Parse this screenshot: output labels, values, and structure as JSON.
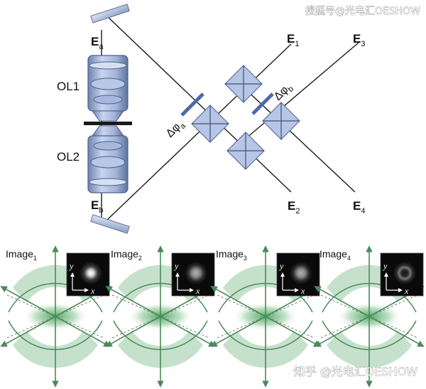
{
  "watermark_top": "搜狐号@光电汇OESHOW",
  "watermark_bottom": "知乎 @光电汇OESHOW",
  "setup": {
    "field_a": {
      "main": "E",
      "sub": "a"
    },
    "field_b": {
      "main": "E",
      "sub": "b"
    },
    "objective_1": "OL1",
    "objective_2": "OL2",
    "phase_a": {
      "main": "Δφ",
      "sub": "a"
    },
    "phase_b": {
      "main": "Δφ",
      "sub": "b"
    },
    "outputs": [
      {
        "main": "E",
        "sub": "1"
      },
      {
        "main": "E",
        "sub": "2"
      },
      {
        "main": "E",
        "sub": "3"
      },
      {
        "main": "E",
        "sub": "4"
      }
    ]
  },
  "images": [
    {
      "main": "Image",
      "sub": "1",
      "axis_x": "x",
      "axis_y": "y",
      "psf": "bright-spot"
    },
    {
      "main": "Image",
      "sub": "2",
      "axis_x": "x",
      "axis_y": "y",
      "psf": "dim-spot"
    },
    {
      "main": "Image",
      "sub": "3",
      "axis_x": "x",
      "axis_y": "y",
      "psf": "dim-spot"
    },
    {
      "main": "Image",
      "sub": "4",
      "axis_x": "x",
      "axis_y": "y",
      "psf": "ring"
    }
  ],
  "colors": {
    "beam_line": "#1a1a1a",
    "optics_blue": "#9fb2d8",
    "optics_dark": "#5a6f99",
    "phase_plate": "#4a6aa8",
    "pattern_green": "#5aa86a",
    "arrow_green": "#4a8a5a",
    "inset_bg": "#0a0a0a"
  }
}
